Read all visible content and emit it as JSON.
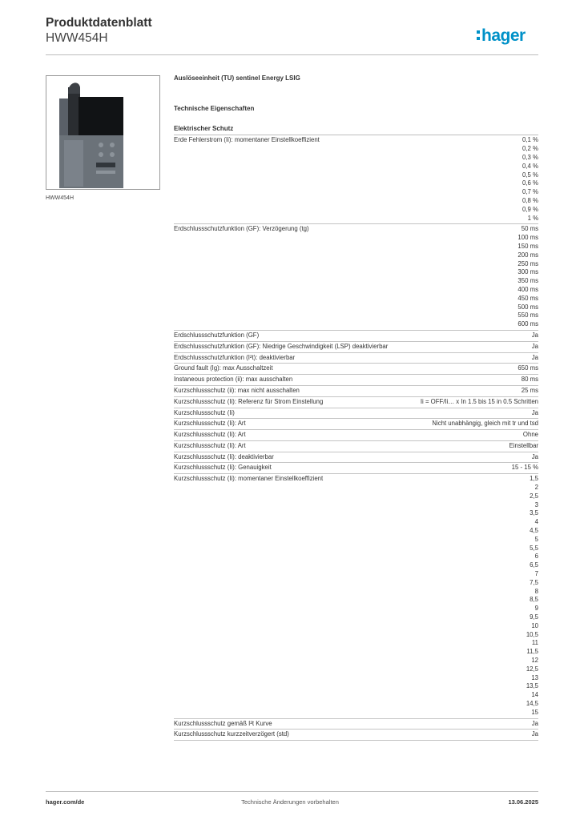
{
  "header": {
    "title": "Produktdatenblatt",
    "subtitle": "HWW454H",
    "logo_text": "hager",
    "brand_color": "#0091c8"
  },
  "product": {
    "image_caption": "HWW454H",
    "name": "Auslöseeinheit (TU) sentinel Energy LSIG"
  },
  "section_title": "Technische Eigenschaften",
  "group_title": "Elektrischer Schutz",
  "rows": [
    {
      "label": "Erde Fehlerstrom (Ii): momentaner Einstellkoeffizient",
      "values": [
        "0,1 %",
        "0,2 %",
        "0,3 %",
        "0,4 %",
        "0,5 %",
        "0,6 %",
        "0,7 %",
        "0,8 %",
        "0,9 %",
        "1 %"
      ]
    },
    {
      "label": "Erdschlussschutzfunktion (GF): Verzögerung (tg)",
      "values": [
        "50 ms",
        "100 ms",
        "150 ms",
        "200 ms",
        "250 ms",
        "300 ms",
        "350 ms",
        "400 ms",
        "450 ms",
        "500 ms",
        "550 ms",
        "600 ms"
      ]
    },
    {
      "label": "Erdschlussschutzfunktion (GF)",
      "values": [
        "Ja"
      ]
    },
    {
      "label": "Erdschlussschutzfunktion (GF): Niedrige Geschwindigkeit (LSP) deaktivierbar",
      "values": [
        "Ja"
      ]
    },
    {
      "label": "Erdschlussschutzfunktion (I²t): deaktivierbar",
      "values": [
        "Ja"
      ]
    },
    {
      "label": "Ground fault (Ig): max Ausschaltzeit",
      "values": [
        "650 ms"
      ]
    },
    {
      "label": "Instaneous protection (ii): max ausschalten",
      "values": [
        "80 ms"
      ]
    },
    {
      "label": "Kurzschlussschutz (ii): max nicht ausschalten",
      "values": [
        "25 ms"
      ]
    },
    {
      "label": "Kurzschlussschutz (Ii): Referenz für Strom Einstellung",
      "values": [
        "Ii = OFF/Ii… x In 1.5 bis 15 in 0.5 Schritten"
      ]
    },
    {
      "label": "Kurzschlussschutz (Ii)",
      "values": [
        "Ja"
      ]
    },
    {
      "label": "Kurzschlussschutz (Ii): Art",
      "values": [
        "Nicht unabhängig, gleich mit tr und tsd"
      ]
    },
    {
      "label": "Kurzschlussschutz (Ii): Art",
      "values": [
        "Ohne"
      ]
    },
    {
      "label": "Kurzschlussschutz (Ii): Art",
      "values": [
        "Einstellbar"
      ]
    },
    {
      "label": "Kurzschlussschutz (Ii): deaktivierbar",
      "values": [
        "Ja"
      ]
    },
    {
      "label": "Kurzschlussschutz (Ii): Genauigkeit",
      "values": [
        "15 - 15 %"
      ]
    },
    {
      "label": "Kurzschlussschutz (Ii): momentaner Einstellkoeffizient",
      "values": [
        "1,5",
        "2",
        "2,5",
        "3",
        "3,5",
        "4",
        "4,5",
        "5",
        "5,5",
        "6",
        "6,5",
        "7",
        "7,5",
        "8",
        "8,5",
        "9",
        "9,5",
        "10",
        "10,5",
        "11",
        "11,5",
        "12",
        "12,5",
        "13",
        "13,5",
        "14",
        "14,5",
        "15"
      ]
    },
    {
      "label": "Kurzschlussschutz gemäß I²t Kurve",
      "values": [
        "Ja"
      ]
    },
    {
      "label": "Kurzschlussschutz kurzzeitverzögert (std)",
      "values": [
        "Ja"
      ]
    }
  ],
  "footer": {
    "left": "hager.com/de",
    "center": "Technische Änderungen vorbehalten",
    "right": "13.06.2025"
  }
}
